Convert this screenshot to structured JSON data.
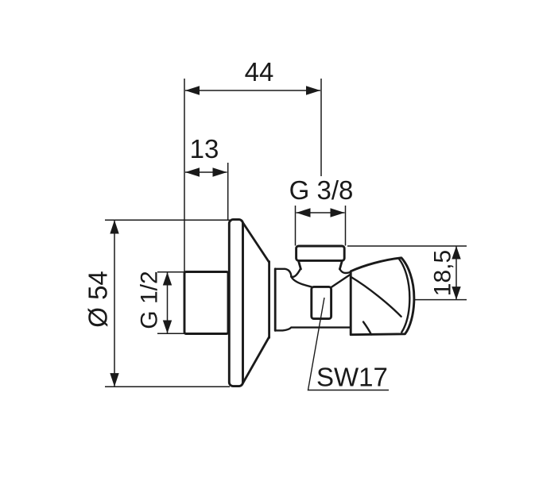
{
  "drawing": {
    "type": "technical-dimension-drawing",
    "subject": "angle valve side view",
    "background_color": "#ffffff",
    "line_color": "#1a1a1a",
    "labels": {
      "overall_depth": "44",
      "wall_offset": "13",
      "outlet_thread": "G 3/8",
      "escutcheon_diameter": "Ø 54",
      "inlet_thread": "G 1/2",
      "outlet_height": "18,5",
      "wrench_size": "SW17"
    }
  }
}
